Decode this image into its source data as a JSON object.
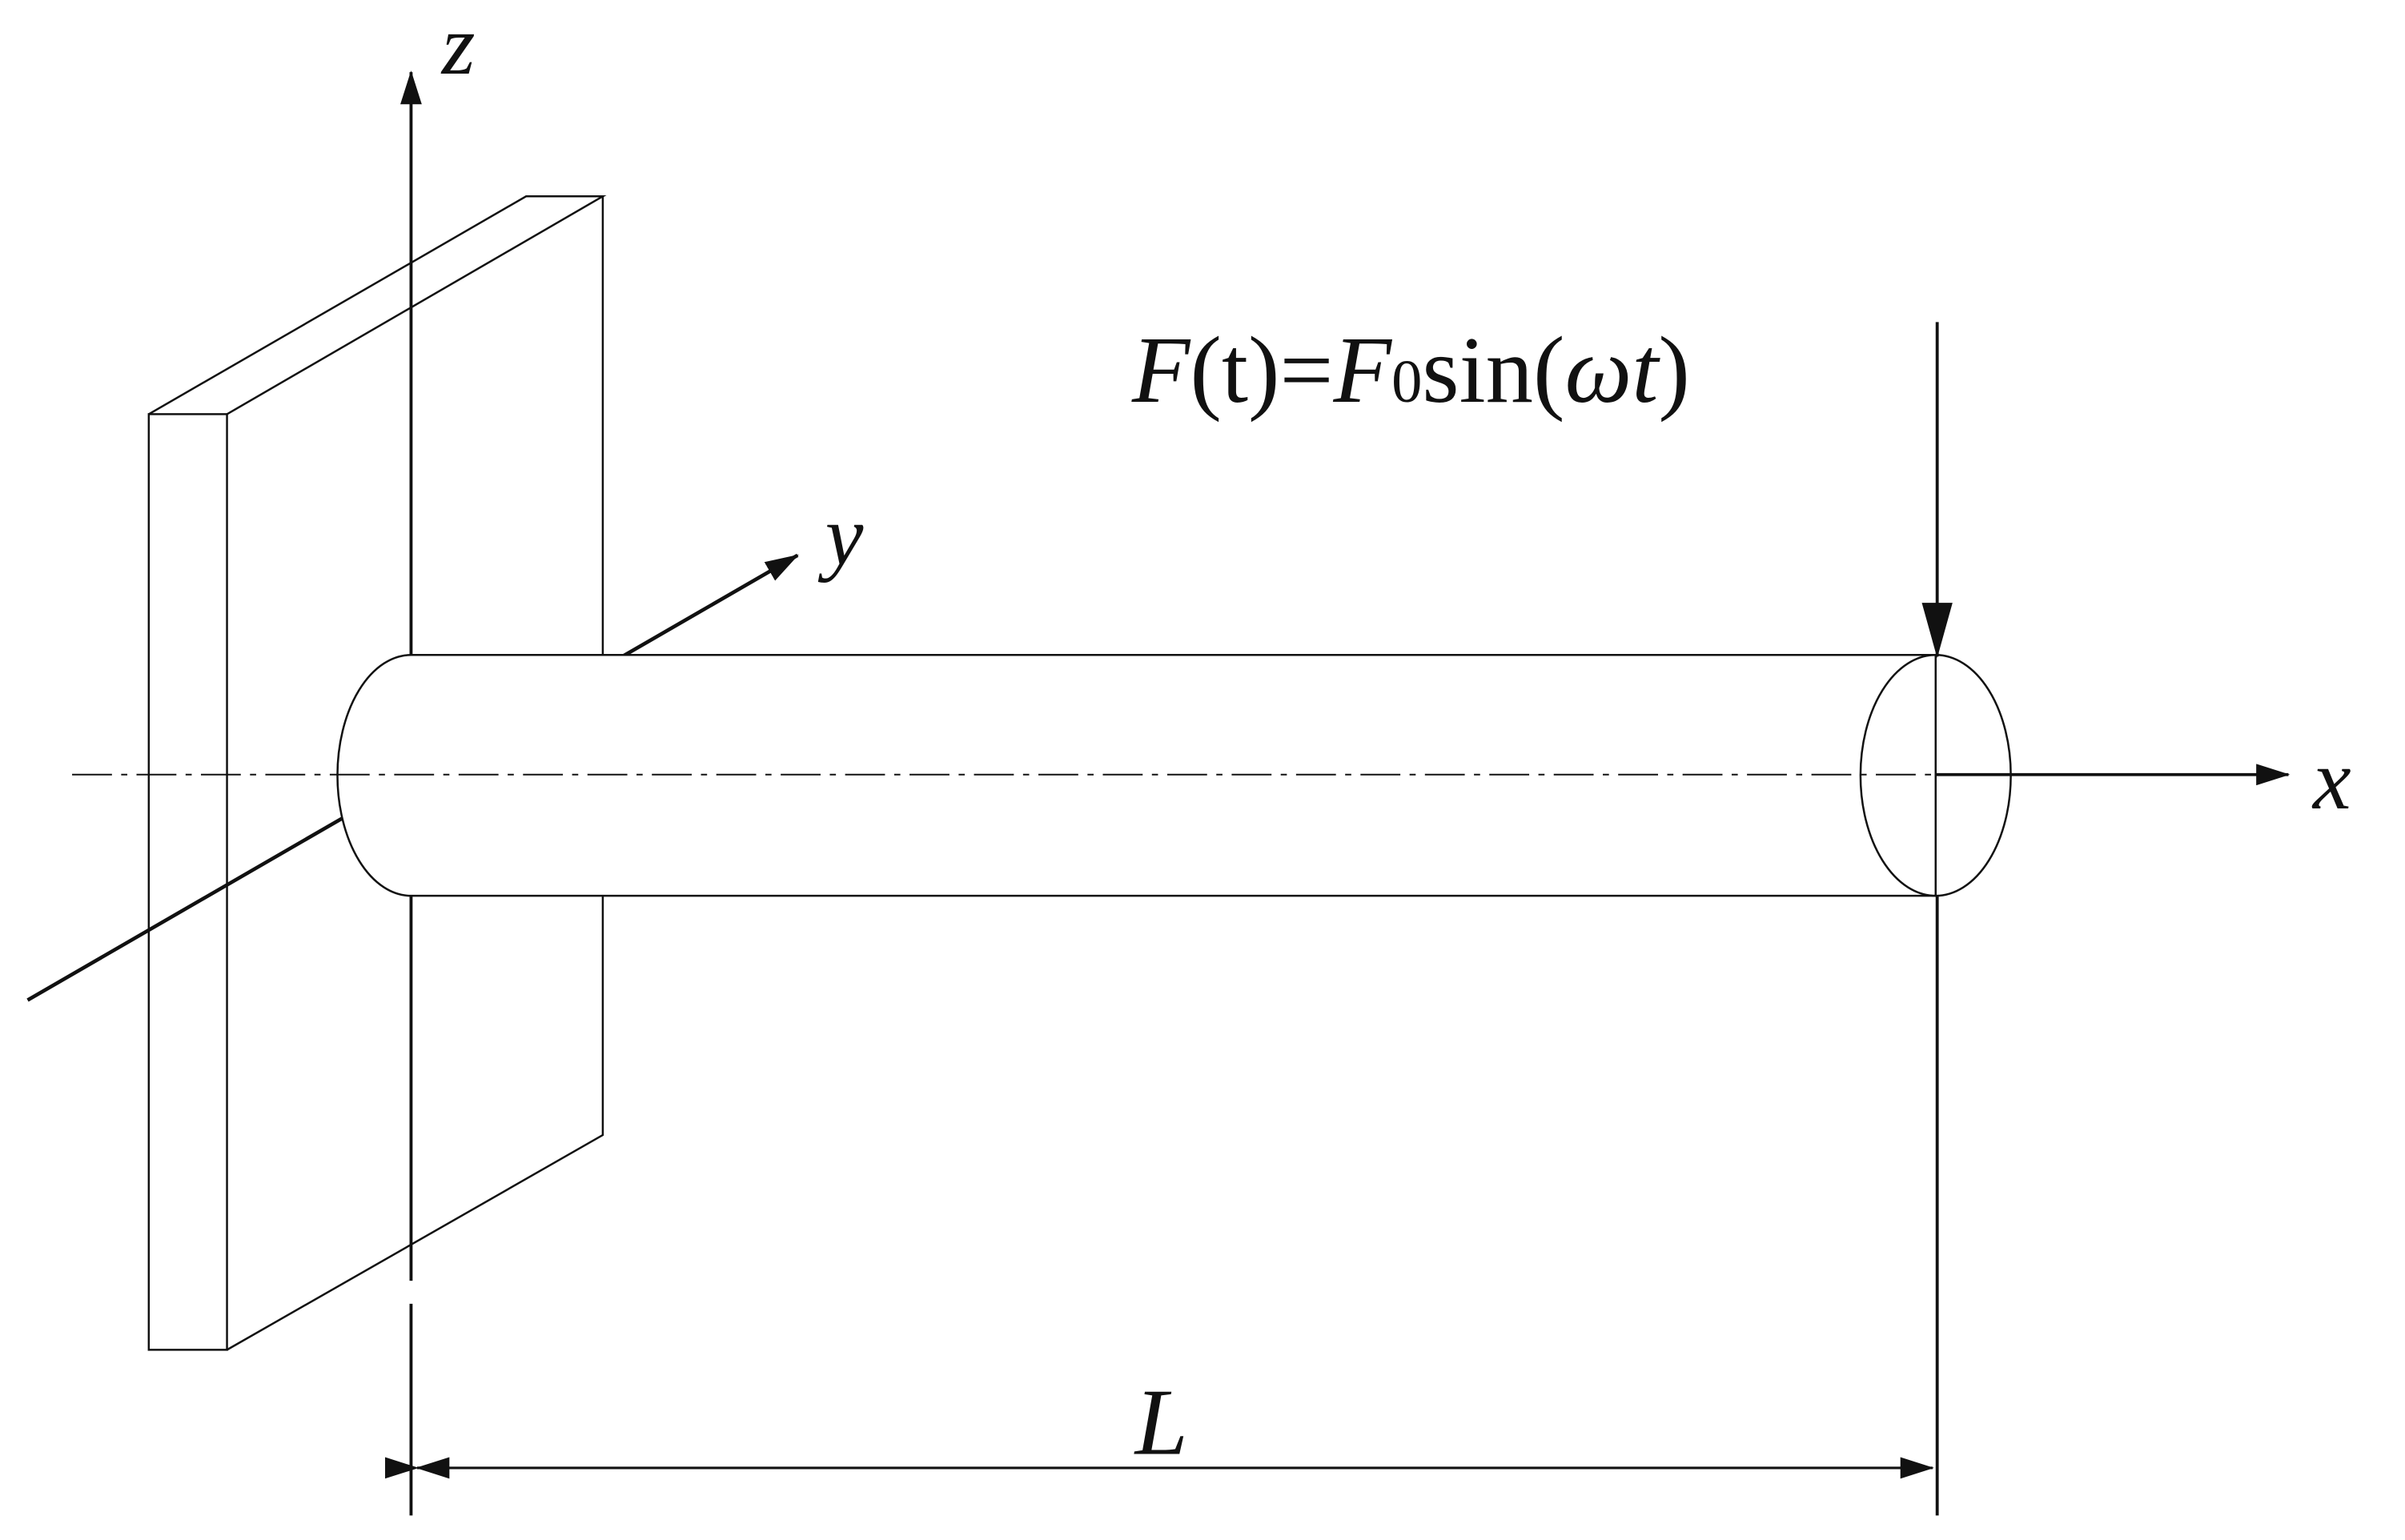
{
  "axes": {
    "z": "z",
    "y": "y",
    "x": "x"
  },
  "force": {
    "F": "F",
    "t1": "(t)",
    "eq": "=",
    "F2": "F",
    "sub": "0",
    "sin": "sin(",
    "omega": "ωt",
    "close": ")"
  },
  "dimension": {
    "length": "L"
  }
}
